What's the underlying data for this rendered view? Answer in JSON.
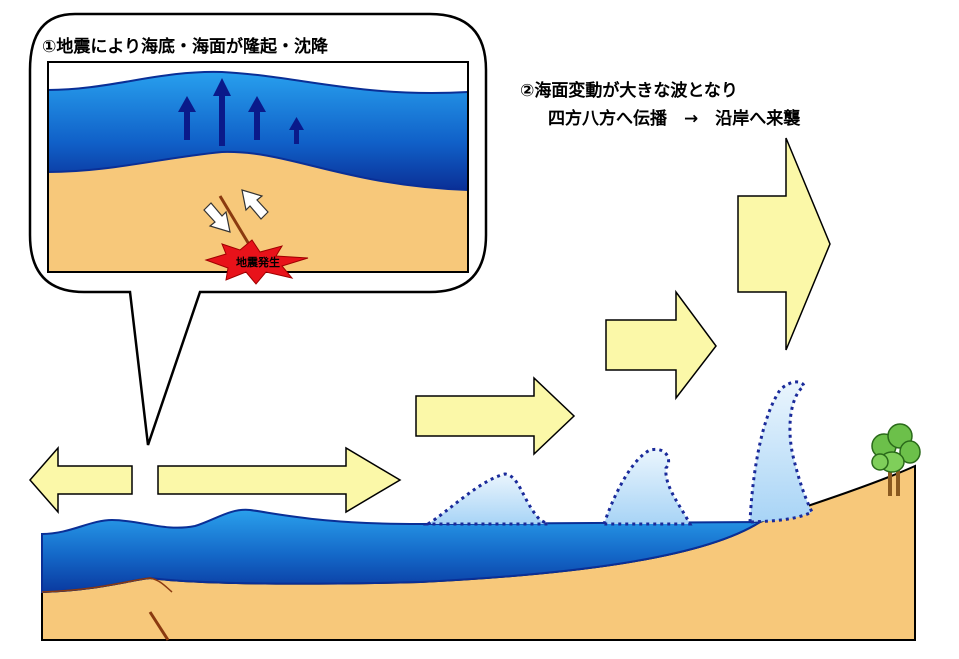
{
  "step1": {
    "title": "①地震により海底・海面が隆起・沈降",
    "quake_label": "地震発生"
  },
  "step2": {
    "line1": "②海面変動が大きな波となり",
    "line2": "四方八方へ伝播　→　沿岸へ来襲"
  },
  "colors": {
    "sea_top": "#1e8fe0",
    "sea_bottom": "#0a3aa0",
    "land": "#f7c87a",
    "arrow_fill": "#fbf8a8",
    "wave_fill": "#cfe8fb",
    "wave_dots": "#1a2a9a",
    "uplift_arrow": "#0a1a8a",
    "burst": "#e8121a",
    "tree_green": "#6cc04a"
  }
}
